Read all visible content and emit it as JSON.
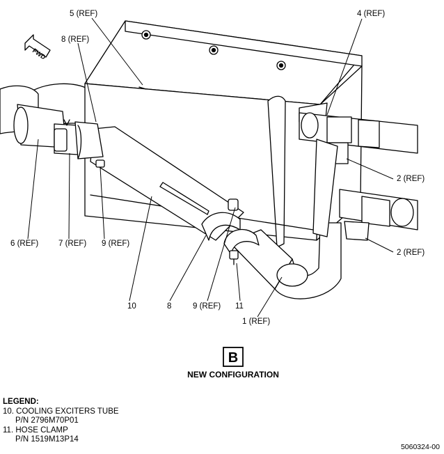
{
  "callouts": {
    "c5": "5 (REF)",
    "c4": "4 (REF)",
    "c8ref": "8 (REF)",
    "c2a": "2 (REF)",
    "c2b": "2 (REF)",
    "c6": "6 (REF)",
    "c7": "7 (REF)",
    "c9a": "9 (REF)",
    "c10": "10",
    "c8": "8",
    "c9b": "9 (REF)",
    "c11": "11",
    "c1": "1 (REF)"
  },
  "fwd_label": "FWD",
  "view": {
    "letter": "B",
    "caption": "NEW CONFIGURATION"
  },
  "legend": {
    "title": "LEGEND:",
    "items": [
      {
        "name": "10. COOLING EXCITERS TUBE",
        "pn": "P/N 2796M70P01"
      },
      {
        "name": "11. HOSE CLAMP",
        "pn": "P/N 1519M13P14"
      }
    ]
  },
  "drawing_id": "5060324-00"
}
